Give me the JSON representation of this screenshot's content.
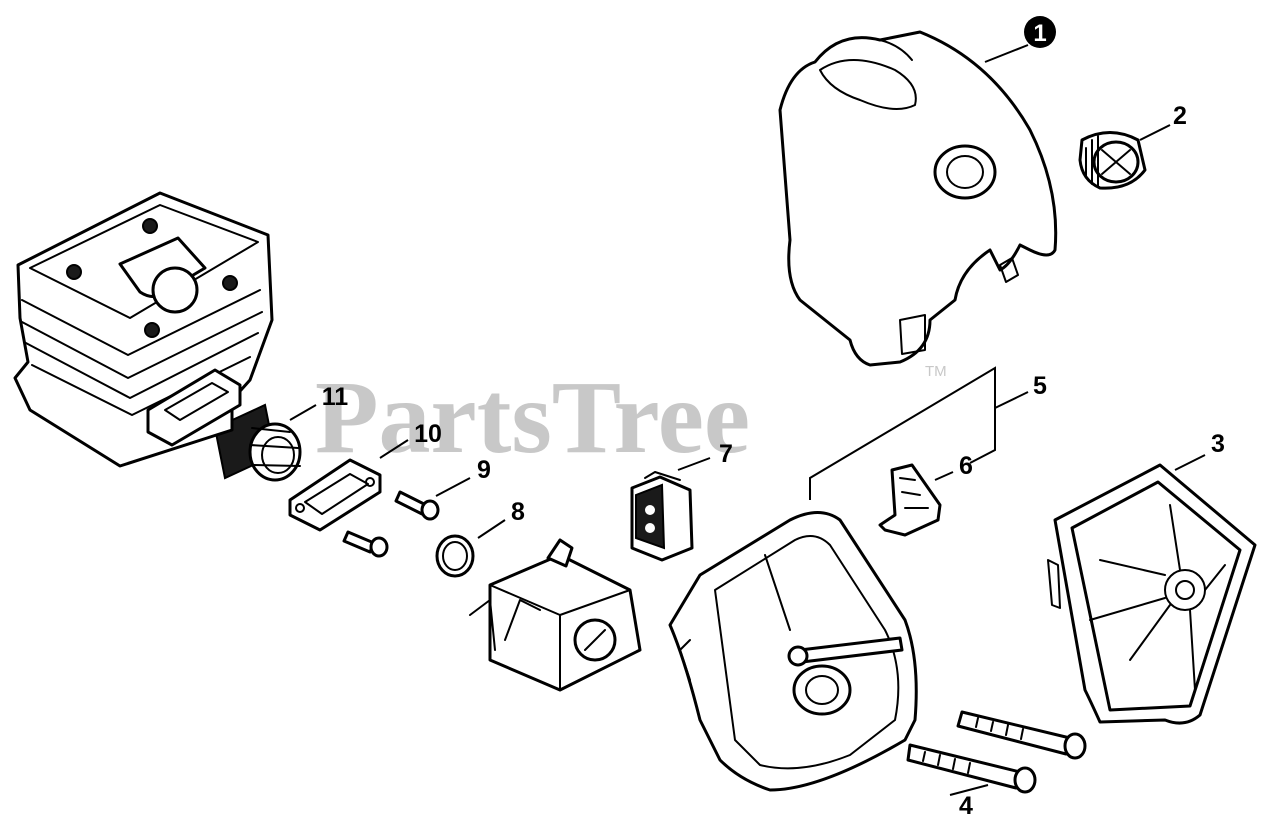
{
  "watermark": {
    "text": "PartsTree",
    "trademark": "TM"
  },
  "callouts": {
    "c1": "1",
    "c2": "2",
    "c3": "3",
    "c4": "4",
    "c5": "5",
    "c6": "6",
    "c7": "7",
    "c8": "8",
    "c9": "9",
    "c10": "10",
    "c11": "11"
  },
  "colors": {
    "line": "#000000",
    "fill": "#ffffff",
    "watermark": "#c8c8c8"
  }
}
